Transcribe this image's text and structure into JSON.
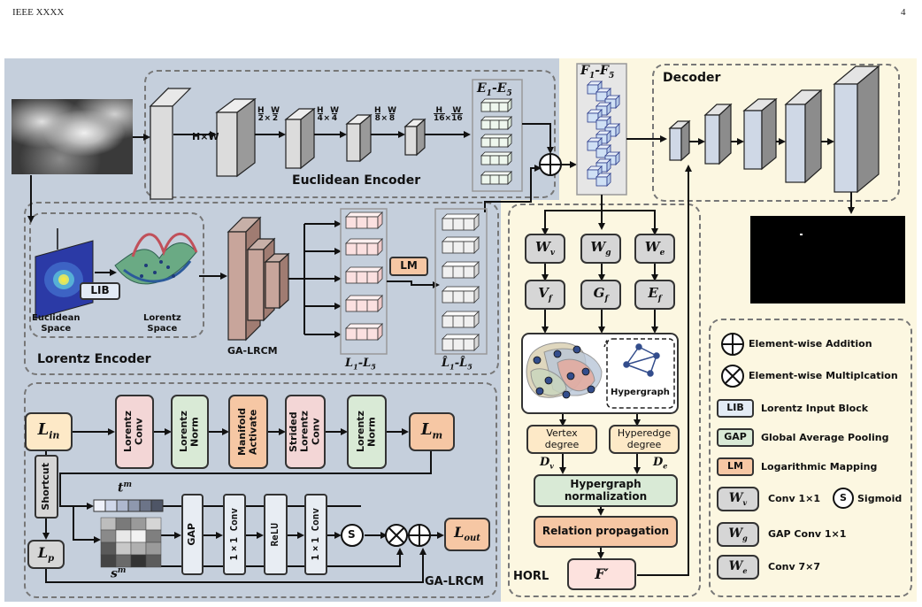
{
  "header": {
    "left": "IEEE XXXX",
    "right": "4"
  },
  "euclidean": {
    "title": "Euclidean Encoder",
    "dims": {
      "d1": "H×W",
      "d2": {
        "h": "H",
        "hd": "2",
        "w": "W",
        "wd": "2"
      },
      "d3": {
        "h": "H",
        "hd": "4",
        "w": "W",
        "wd": "4"
      },
      "d4": {
        "h": "H",
        "hd": "8",
        "w": "W",
        "wd": "8"
      },
      "d5": {
        "h": "H",
        "hd": "16",
        "w": "W",
        "wd": "16"
      }
    },
    "features": {
      "a": "E",
      "as": "1",
      "sep": "-",
      "b": "E",
      "bs": "5"
    }
  },
  "f_features": {
    "a": "F",
    "as": "1",
    "sep": "-",
    "b": "F",
    "bs": "5"
  },
  "decoder": {
    "title": "Decoder"
  },
  "lorentz": {
    "title": "Lorentz Encoder",
    "euclidean_space": [
      "Euclidean",
      "Space"
    ],
    "lorentz_space": [
      "Lorentz",
      "Space"
    ],
    "lib": "LIB",
    "galrcm": "GA-LRCM",
    "lm": "LM",
    "l_feat": {
      "a": "L",
      "as": "1",
      "sep": "-",
      "b": "L",
      "bs": "5"
    },
    "lhat_feat": {
      "a": "L̂",
      "as": "1",
      "sep": "-",
      "b": "L̂",
      "bs": "5"
    }
  },
  "module": {
    "title": "GA-LRCM",
    "l_in": {
      "base": "L",
      "sub": "in"
    },
    "l_m": {
      "base": "L",
      "sub": "m"
    },
    "l_p": {
      "base": "L",
      "sub": "p"
    },
    "l_out": {
      "base": "L",
      "sub": "out"
    },
    "shortcut": "Shortcut",
    "ops": [
      "Lorentz Conv",
      "Lorentz Norm",
      "Manifold Activate",
      "Strided Lorentz Conv",
      "Lorentz Norm"
    ],
    "t": {
      "base": "t",
      "sup": "m"
    },
    "s": {
      "base": "s",
      "sup": "m"
    },
    "gap": "GAP",
    "conv1": "1×1 Conv",
    "relu": "ReLU",
    "conv2": "1×1 Conv",
    "sig": "S"
  },
  "horl": {
    "title": "HORL",
    "w": [
      {
        "base": "W",
        "sub": "v"
      },
      {
        "base": "W",
        "sub": "g"
      },
      {
        "base": "W",
        "sub": "e"
      }
    ],
    "f": [
      {
        "base": "V",
        "sub": "f"
      },
      {
        "base": "G",
        "sub": "f"
      },
      {
        "base": "E",
        "sub": "f"
      }
    ],
    "hypergraph": "Hypergraph",
    "vertex_degree": [
      "Vertex",
      "degree"
    ],
    "hyperedge_degree": [
      "Hyperedge",
      "degree"
    ],
    "dv": {
      "base": "D",
      "sub": "v"
    },
    "de": {
      "base": "D",
      "sub": "e"
    },
    "hyper_norm": [
      "Hypergraph",
      "normalization"
    ],
    "relation": "Relation propagation",
    "fprime": "F′"
  },
  "legend": {
    "add": "Element-wise Addition",
    "mul": "Element-wise Multiplcation",
    "lib_abbr": "LIB",
    "lib": "Lorentz Input Block",
    "gap_abbr": "GAP",
    "gap": "Global Average Pooling",
    "lm_abbr": "LM",
    "lm": "Logarithmic Mapping",
    "wv": {
      "base": "W",
      "sub": "v"
    },
    "wv_text": "Conv 1×1",
    "sig_abbr": "S",
    "sig": "Sigmoid",
    "wg": {
      "base": "W",
      "sub": "g"
    },
    "wg_text": "GAP Conv 1×1",
    "we": {
      "base": "W",
      "sub": "e"
    },
    "we_text": "Conv 7×7"
  },
  "colors": {
    "blue_panel": "#c5cfdc",
    "yellow_panel": "#fcf7e1",
    "pink": "#f3d6d6",
    "green": "#d9ead6",
    "orange": "#f6c7a4",
    "gray": "#d6d6d6",
    "light_blue": "#e3ebf5",
    "peach": "#fde9c7"
  }
}
